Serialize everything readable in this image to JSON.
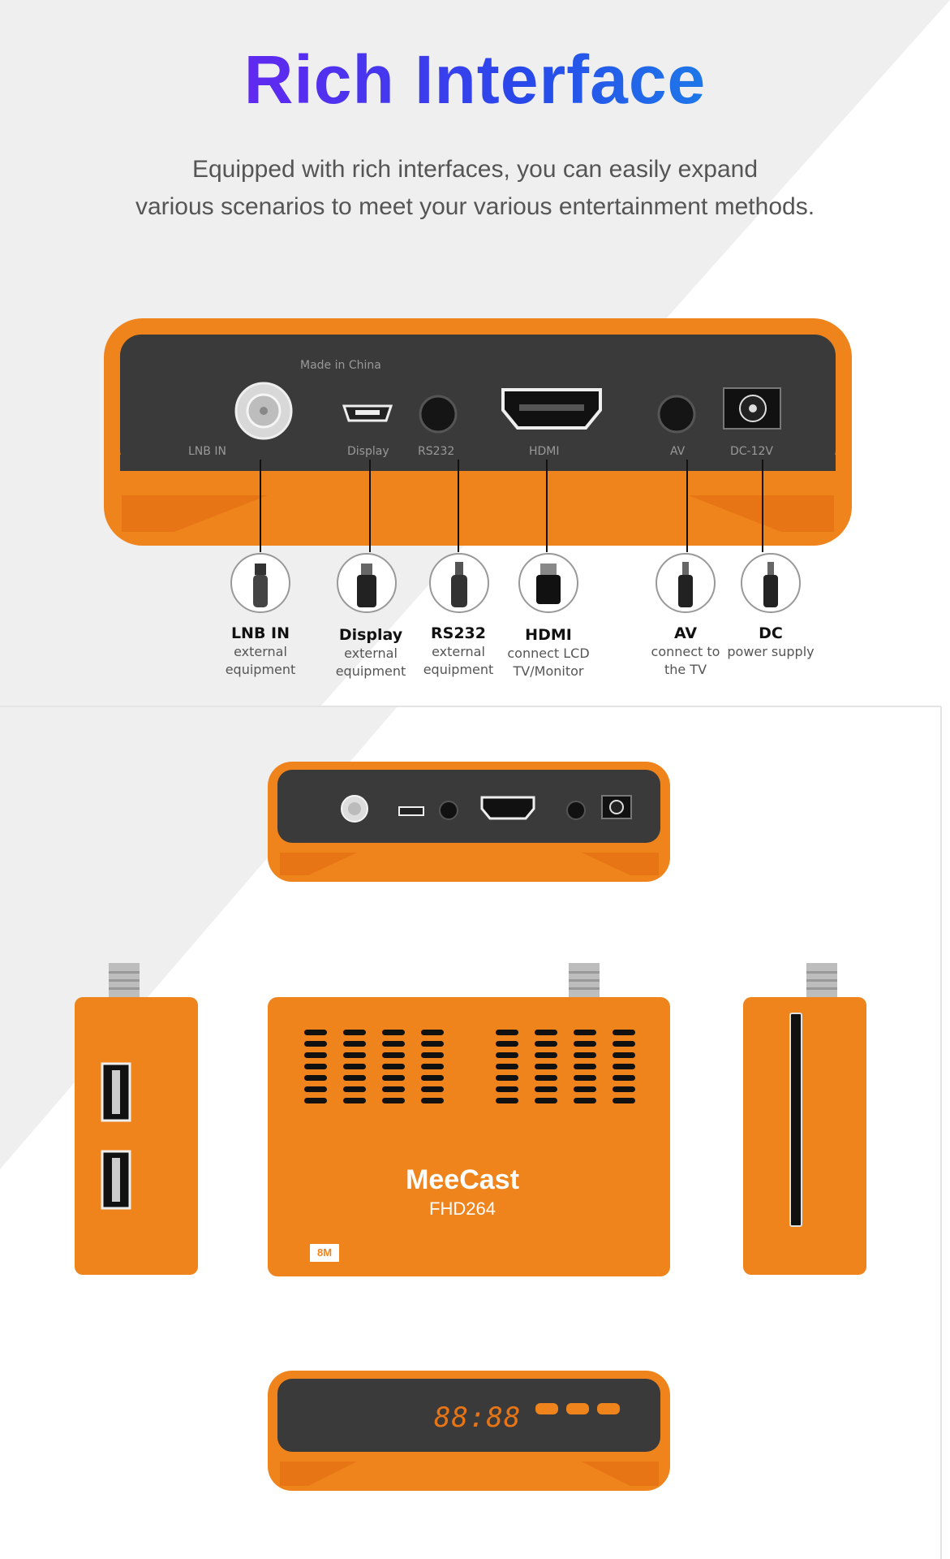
{
  "header": {
    "title": "Rich Interface",
    "subtitle_line1": "Equipped with rich interfaces, you can easily expand",
    "subtitle_line2": "various scenarios to meet your various entertainment methods."
  },
  "rear_panel": {
    "made_in": "Made in China",
    "port_labels": {
      "lnb": "LNB IN",
      "display": "Display",
      "rs232": "RS232",
      "hdmi": "HDMI",
      "av": "AV",
      "dc": "DC-12V"
    }
  },
  "connectors": [
    {
      "name": "LNB IN",
      "line1": "external",
      "line2": "equipment"
    },
    {
      "name": "Display",
      "line1": "external",
      "line2": "equipment"
    },
    {
      "name": "RS232",
      "line1": "external",
      "line2": "equipment"
    },
    {
      "name": "HDMI",
      "line1": "connect LCD",
      "line2": "TV/Monitor"
    },
    {
      "name": "AV",
      "line1": "connect to",
      "line2": "the TV"
    },
    {
      "name": "DC",
      "line1": "power supply",
      "line2": ""
    }
  ],
  "device": {
    "brand": "MeeCast",
    "model": "FHD264",
    "badge": "8M",
    "front_display": "88:88"
  },
  "colors": {
    "orange": "#f0841c",
    "panel": "#3a3a3a",
    "background_gray": "#efefef"
  }
}
